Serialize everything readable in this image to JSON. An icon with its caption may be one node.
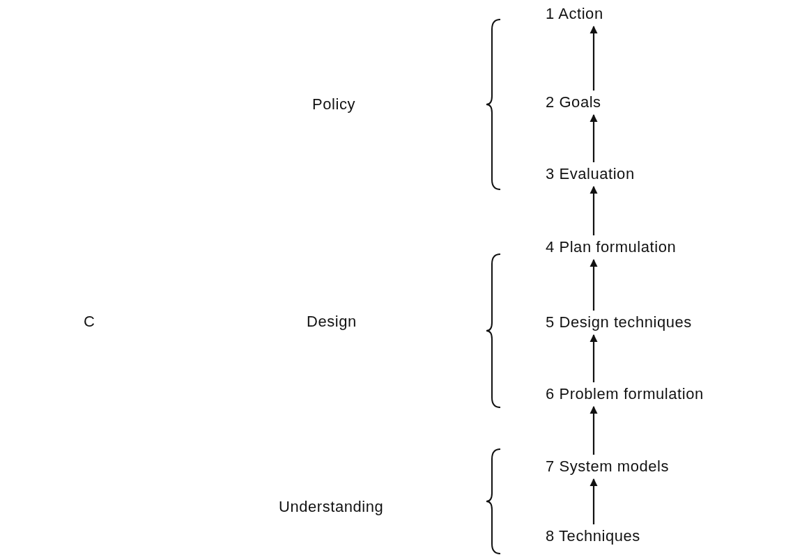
{
  "diagram": {
    "nodes": [
      {
        "text": [
          "1 Action"
        ]
      },
      {
        "text": [
          "2 Goals"
        ]
      },
      {
        "text": [
          "3 Evaluation"
        ]
      },
      {
        "text": [
          "4 Plan formulation"
        ]
      },
      {
        "text": [
          "5 Design techniques"
        ]
      },
      {
        "text": [
          "6 Problem formulation"
        ]
      },
      {
        "text": [
          "7 System models"
        ]
      },
      {
        "text": [
          "8 Techniques"
        ]
      }
    ],
    "edges": [
      {
        "from": 1,
        "to": 0,
        "arrow": "to"
      },
      {
        "from": 2,
        "to": 1,
        "arrow": "to"
      },
      {
        "from": 3,
        "to": 2,
        "arrow": "to"
      },
      {
        "from": 4,
        "to": 3,
        "arrow": "to"
      },
      {
        "from": 5,
        "to": 4,
        "arrow": "to"
      },
      {
        "from": 6,
        "to": 5,
        "arrow": "to"
      },
      {
        "from": 7,
        "to": 6,
        "arrow": "to"
      }
    ],
    "labels": [
      "Policy",
      "C",
      "Design",
      "Understanding"
    ]
  }
}
